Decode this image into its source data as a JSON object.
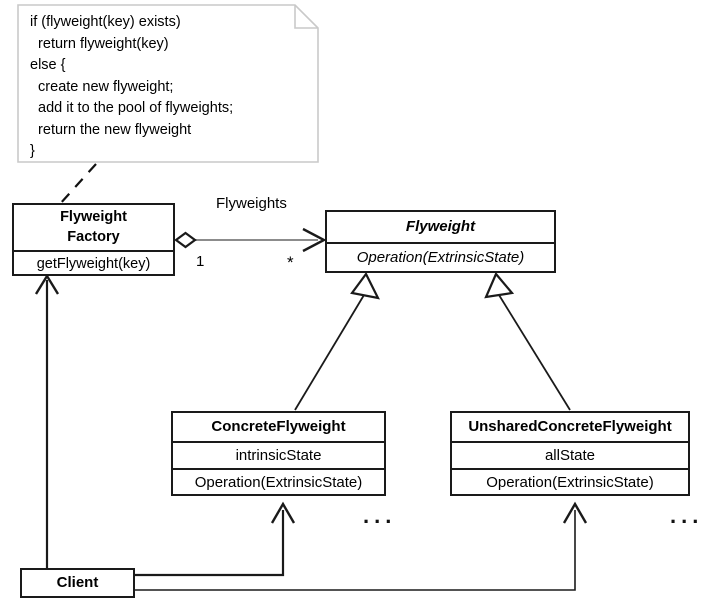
{
  "diagram": {
    "title": "Flyweight pattern UML class diagram",
    "note": {
      "text": "if (flyweight(key) exists)\n  return flyweight(key)\nelse {\n  create new flyweight;\n  add it to the pool of flyweights;\n  return the new flyweight\n}"
    },
    "classes": {
      "flyweight_factory": {
        "name_line1": "Flyweight",
        "name_line2": "Factory",
        "operation": "getFlyweight(key)"
      },
      "flyweight": {
        "name": "Flyweight",
        "operation": "Operation(ExtrinsicState)"
      },
      "concrete_flyweight": {
        "name": "ConcreteFlyweight",
        "attribute": "intrinsicState",
        "operation": "Operation(ExtrinsicState)"
      },
      "unshared_concrete_flyweight": {
        "name": "UnsharedConcreteFlyweight",
        "attribute": "allState",
        "operation": "Operation(ExtrinsicState)"
      },
      "client": {
        "name": "Client"
      }
    },
    "labels": {
      "association": "Flyweights",
      "multiplicity_source": "1",
      "multiplicity_target": "*",
      "ellipsis_left": "...",
      "ellipsis_right": "..."
    },
    "colors": {
      "stroke": "#1a1a1a",
      "note_stroke": "#c9c9c9",
      "association_stroke": "#8c8c8c",
      "background": "#ffffff",
      "text": "#000000"
    }
  }
}
